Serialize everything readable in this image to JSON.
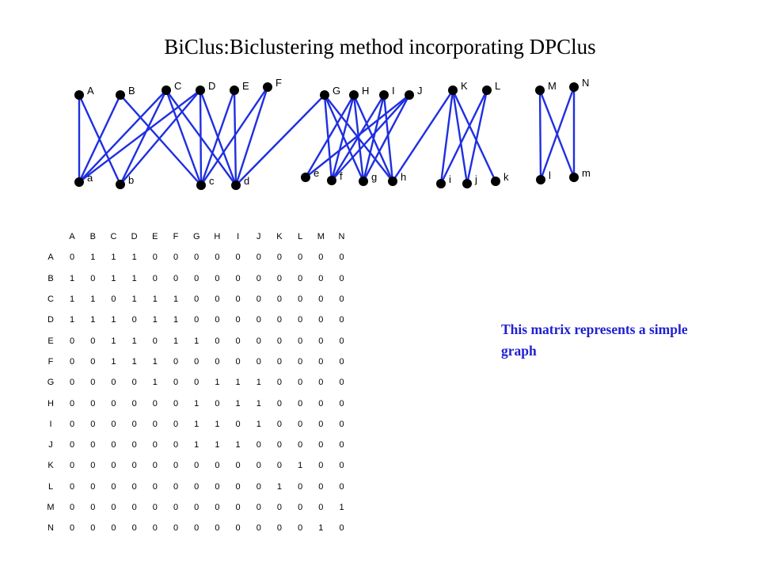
{
  "title": "BiClus:Biclustering method incorporating DPClus",
  "note": "This matrix represents a simple graph",
  "colors": {
    "edge": "#1f2fe0",
    "node": "#000000",
    "note": "#1f1fd1"
  },
  "graph": {
    "nodes": [
      "A",
      "B",
      "C",
      "D",
      "E",
      "F",
      "G",
      "H",
      "I",
      "J",
      "K",
      "L",
      "M",
      "N",
      "a",
      "b",
      "c",
      "d",
      "e",
      "f",
      "g",
      "h",
      "i",
      "j",
      "k",
      "l",
      "m"
    ],
    "edges": [
      [
        "A",
        "a"
      ],
      [
        "A",
        "b"
      ],
      [
        "B",
        "a"
      ],
      [
        "B",
        "c"
      ],
      [
        "C",
        "a"
      ],
      [
        "C",
        "b"
      ],
      [
        "C",
        "c"
      ],
      [
        "C",
        "d"
      ],
      [
        "D",
        "a"
      ],
      [
        "D",
        "b"
      ],
      [
        "D",
        "c"
      ],
      [
        "D",
        "d"
      ],
      [
        "E",
        "c"
      ],
      [
        "E",
        "d"
      ],
      [
        "F",
        "c"
      ],
      [
        "F",
        "d"
      ],
      [
        "G",
        "d"
      ],
      [
        "G",
        "f"
      ],
      [
        "G",
        "g"
      ],
      [
        "G",
        "h"
      ],
      [
        "H",
        "e"
      ],
      [
        "H",
        "f"
      ],
      [
        "H",
        "g"
      ],
      [
        "H",
        "h"
      ],
      [
        "I",
        "f"
      ],
      [
        "I",
        "g"
      ],
      [
        "I",
        "h"
      ],
      [
        "J",
        "e"
      ],
      [
        "J",
        "f"
      ],
      [
        "J",
        "g"
      ],
      [
        "K",
        "h"
      ],
      [
        "K",
        "i"
      ],
      [
        "K",
        "j"
      ],
      [
        "K",
        "k"
      ],
      [
        "L",
        "i"
      ],
      [
        "L",
        "j"
      ],
      [
        "M",
        "l"
      ],
      [
        "M",
        "m"
      ],
      [
        "N",
        "l"
      ],
      [
        "N",
        "m"
      ]
    ]
  },
  "matrix": {
    "labels": [
      "A",
      "B",
      "C",
      "D",
      "E",
      "F",
      "G",
      "H",
      "I",
      "J",
      "K",
      "L",
      "M",
      "N"
    ],
    "rows": [
      [
        0,
        1,
        1,
        1,
        0,
        0,
        0,
        0,
        0,
        0,
        0,
        0,
        0,
        0
      ],
      [
        1,
        0,
        1,
        1,
        0,
        0,
        0,
        0,
        0,
        0,
        0,
        0,
        0,
        0
      ],
      [
        1,
        1,
        0,
        1,
        1,
        1,
        0,
        0,
        0,
        0,
        0,
        0,
        0,
        0
      ],
      [
        1,
        1,
        1,
        0,
        1,
        1,
        0,
        0,
        0,
        0,
        0,
        0,
        0,
        0
      ],
      [
        0,
        0,
        1,
        1,
        0,
        1,
        1,
        0,
        0,
        0,
        0,
        0,
        0,
        0
      ],
      [
        0,
        0,
        1,
        1,
        1,
        0,
        0,
        0,
        0,
        0,
        0,
        0,
        0,
        0
      ],
      [
        0,
        0,
        0,
        0,
        1,
        0,
        0,
        1,
        1,
        1,
        0,
        0,
        0,
        0
      ],
      [
        0,
        0,
        0,
        0,
        0,
        0,
        1,
        0,
        1,
        1,
        0,
        0,
        0,
        0
      ],
      [
        0,
        0,
        0,
        0,
        0,
        0,
        1,
        1,
        0,
        1,
        0,
        0,
        0,
        0
      ],
      [
        0,
        0,
        0,
        0,
        0,
        0,
        1,
        1,
        1,
        0,
        0,
        0,
        0,
        0
      ],
      [
        0,
        0,
        0,
        0,
        0,
        0,
        0,
        0,
        0,
        0,
        0,
        1,
        0,
        0
      ],
      [
        0,
        0,
        0,
        0,
        0,
        0,
        0,
        0,
        0,
        0,
        1,
        0,
        0,
        0
      ],
      [
        0,
        0,
        0,
        0,
        0,
        0,
        0,
        0,
        0,
        0,
        0,
        0,
        0,
        1
      ],
      [
        0,
        0,
        0,
        0,
        0,
        0,
        0,
        0,
        0,
        0,
        0,
        0,
        1,
        0
      ]
    ]
  }
}
